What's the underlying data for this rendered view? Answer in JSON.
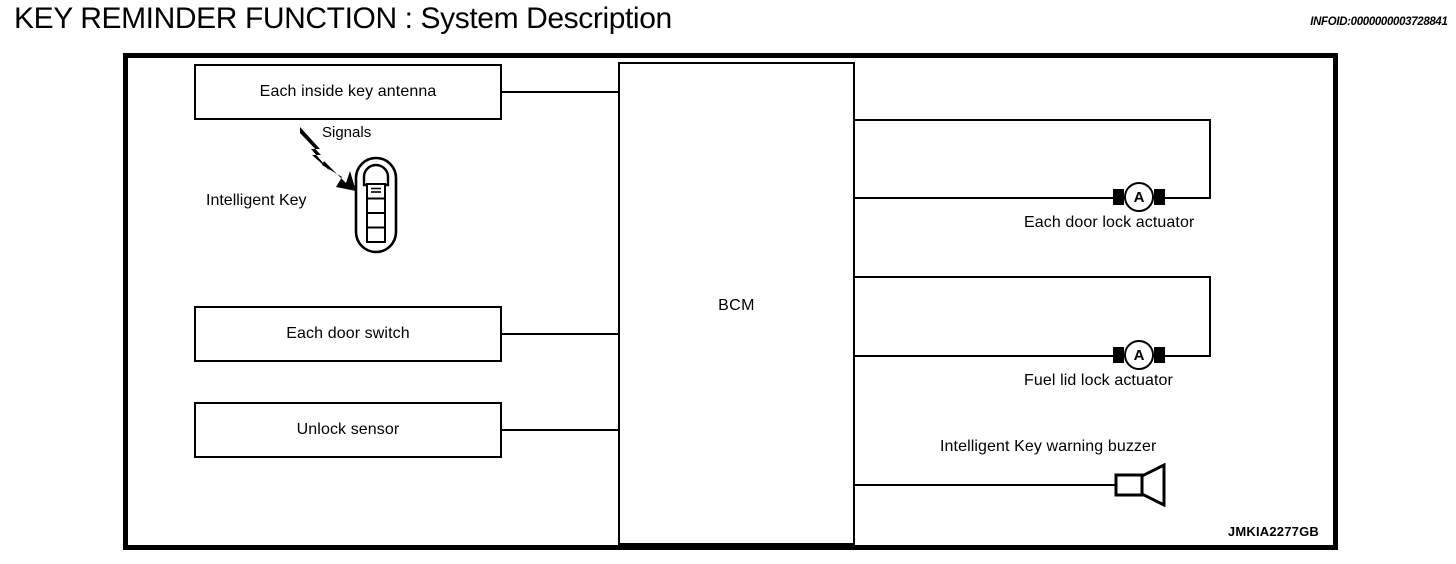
{
  "header": {
    "title": "KEY REMINDER FUNCTION : System Description",
    "infoid": "INFOID:0000000003728841"
  },
  "diagram": {
    "figure_code": "JMKIA2277GB",
    "controller": {
      "label": "BCM"
    },
    "inputs": [
      {
        "id": "inside-key-antenna",
        "label": "Each inside key antenna"
      },
      {
        "id": "door-switch",
        "label": "Each door switch"
      },
      {
        "id": "unlock-sensor",
        "label": "Unlock sensor"
      }
    ],
    "outputs": [
      {
        "id": "door-lock-actuator",
        "label": "Each door lock actuator",
        "symbol": "A"
      },
      {
        "id": "fuel-lid-lock-actuator",
        "label": "Fuel lid lock actuator",
        "symbol": "A"
      },
      {
        "id": "warning-buzzer",
        "label": "Intelligent Key warning buzzer",
        "symbol": "speaker"
      }
    ],
    "annotations": [
      {
        "id": "intelligent-key",
        "label": "Intelligent Key"
      },
      {
        "id": "signals",
        "label": "Signals"
      }
    ]
  },
  "colors": {
    "line": "#000000",
    "background": "#ffffff"
  }
}
